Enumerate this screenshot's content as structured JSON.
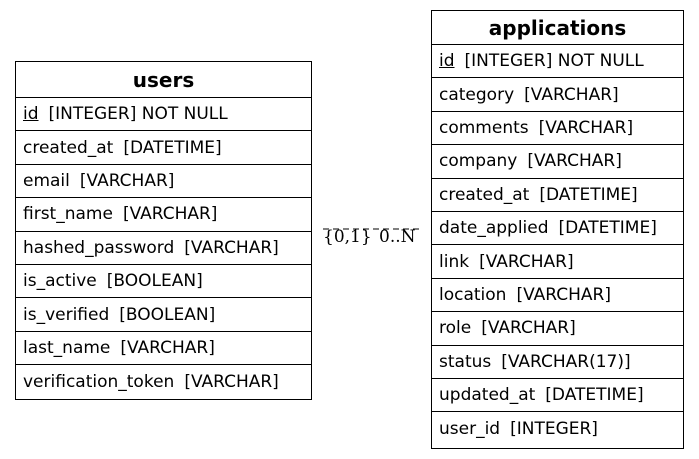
{
  "entities": {
    "users": {
      "title": "users",
      "attributes": [
        {
          "name": "id",
          "type": "[INTEGER] NOT NULL",
          "pk": true
        },
        {
          "name": "created_at",
          "type": "[DATETIME]"
        },
        {
          "name": "email",
          "type": "[VARCHAR]"
        },
        {
          "name": "first_name",
          "type": "[VARCHAR]"
        },
        {
          "name": "hashed_password",
          "type": "[VARCHAR]"
        },
        {
          "name": "is_active",
          "type": "[BOOLEAN]"
        },
        {
          "name": "is_verified",
          "type": "[BOOLEAN]"
        },
        {
          "name": "last_name",
          "type": "[VARCHAR]"
        },
        {
          "name": "verification_token",
          "type": "[VARCHAR]"
        }
      ]
    },
    "applications": {
      "title": "applications",
      "attributes": [
        {
          "name": "id",
          "type": "[INTEGER] NOT NULL",
          "pk": true
        },
        {
          "name": "category",
          "type": "[VARCHAR]"
        },
        {
          "name": "comments",
          "type": "[VARCHAR]"
        },
        {
          "name": "company",
          "type": "[VARCHAR]"
        },
        {
          "name": "created_at",
          "type": "[DATETIME]"
        },
        {
          "name": "date_applied",
          "type": "[DATETIME]"
        },
        {
          "name": "link",
          "type": "[VARCHAR]"
        },
        {
          "name": "location",
          "type": "[VARCHAR]"
        },
        {
          "name": "role",
          "type": "[VARCHAR]"
        },
        {
          "name": "status",
          "type": "[VARCHAR(17)]"
        },
        {
          "name": "updated_at",
          "type": "[DATETIME]"
        },
        {
          "name": "user_id",
          "type": "[INTEGER]"
        }
      ]
    }
  },
  "relationship": {
    "left_cardinality": "{0,1}",
    "right_cardinality": "0..N",
    "line_style": "dashed"
  }
}
